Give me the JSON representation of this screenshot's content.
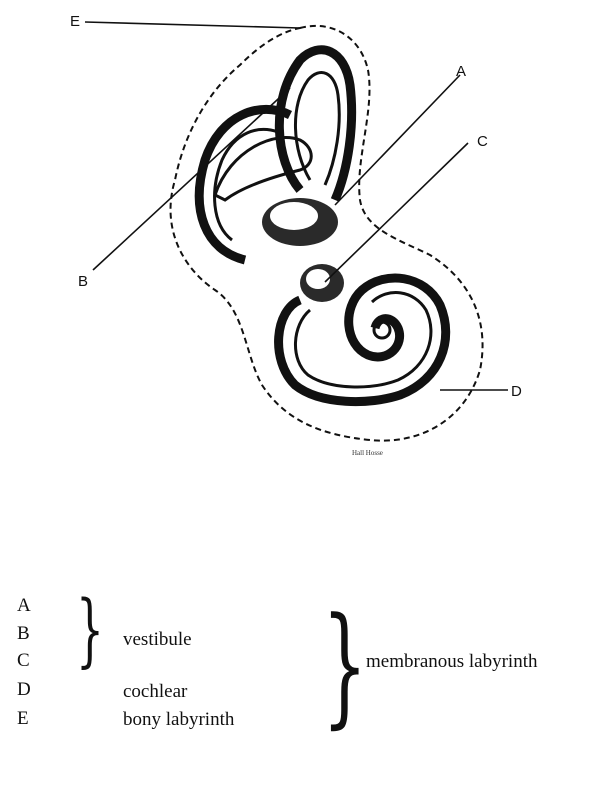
{
  "diagram": {
    "labels": {
      "a": "A",
      "b": "B",
      "c": "C",
      "d": "D",
      "e": "E"
    },
    "credit": "Hall Hosse"
  },
  "key": {
    "letters": [
      "A",
      "B",
      "C",
      "D",
      "E"
    ],
    "vestibule": "vestibule",
    "cochlear": "cochlear",
    "bony": "bony labyrinth",
    "membranous": "membranous labyrinth",
    "brace_small": "}",
    "brace_large": "}"
  }
}
